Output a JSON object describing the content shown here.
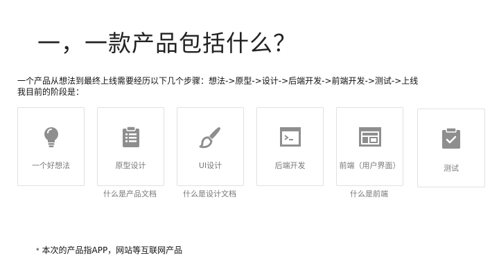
{
  "slide": {
    "title": "一，一款产品包括什么？",
    "description_line1": "一个产品从想法到最终上线需要经历以下几个步骤：想法->原型->设计->后端开发->前端开发->测试->上线",
    "description_line2": "我目前的阶段是："
  },
  "steps": [
    {
      "label": "一个好想法",
      "icon": "lightbulb-icon"
    },
    {
      "label": "原型设计",
      "icon": "clipboard-list-icon"
    },
    {
      "label": "UI设计",
      "icon": "paintbrush-icon"
    },
    {
      "label": "后端开发",
      "icon": "terminal-window-icon"
    },
    {
      "label": "前端（用户界面）",
      "icon": "browser-layout-icon"
    },
    {
      "label": "测试",
      "icon": "clipboard-check-icon"
    }
  ],
  "links": {
    "prototype_doc": "什么是产品文档",
    "design_doc": "什么是设计文档",
    "frontend": "什么是前端"
  },
  "footnote": {
    "star": "*",
    "text": "本次的产品指APP，网站等互联网产品"
  },
  "colors": {
    "icon": "#8e8e8e",
    "card_border": "#e1e1e1",
    "label": "#777777",
    "text": "#111111"
  }
}
